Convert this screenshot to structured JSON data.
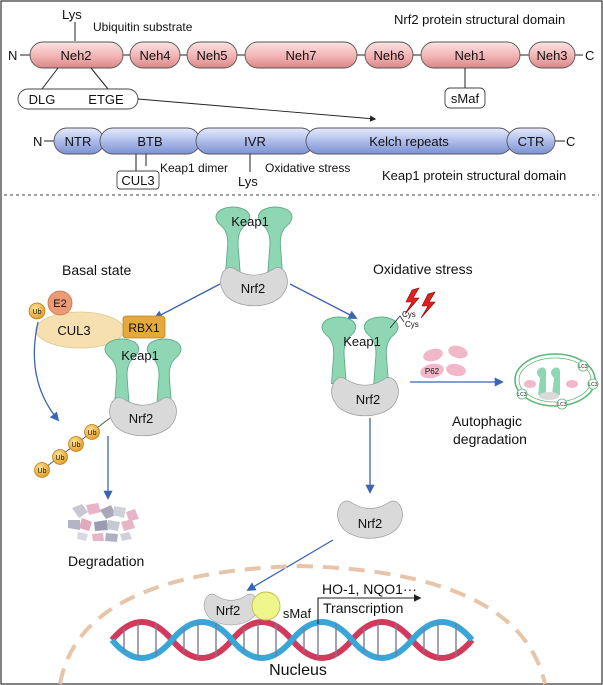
{
  "nrf2_domain": {
    "title": "Nrf2 protein structural domain",
    "n_term": "N",
    "c_term": "C",
    "segments": [
      "Neh2",
      "Neh4",
      "Neh5",
      "Neh7",
      "Neh6",
      "Neh1",
      "Neh3"
    ],
    "lys": "Lys",
    "ubiquitin_substrate": "Ubiquitin substrate",
    "dlg": "DLG",
    "etge": "ETGE",
    "smaf": "sMaf"
  },
  "keap1_domain": {
    "title": "Keap1 protein structural domain",
    "n_term": "N",
    "c_term": "C",
    "segments": [
      "NTR",
      "BTB",
      "IVR",
      "Kelch repeats",
      "CTR"
    ],
    "cul3": "CUL3",
    "keap1_dimer": "Keap1 dimer",
    "lys": "Lys",
    "oxidative_stress": "Oxidative stress"
  },
  "pathway": {
    "top_keap1": "Keap1",
    "top_nrf2": "Nrf2",
    "basal_state": "Basal state",
    "oxidative_stress": "Oxidative stress",
    "e2": "E2",
    "ub": "Ub",
    "cul3": "CUL3",
    "rbx1": "RBX1",
    "basal_keap1": "Keap1",
    "basal_nrf2": "Nrf2",
    "degradation": "Degradation",
    "cys": "Cys",
    "ox_keap1": "Keap1",
    "ox_nrf2": "Nrf2",
    "p62": "P62",
    "lc3": "LC3",
    "autophagic_line1": "Autophagic",
    "autophagic_line2": "degradation",
    "free_nrf2": "Nrf2",
    "nuc_nrf2": "Nrf2",
    "smaf": "sMaf",
    "genes": "HO-1, NQO1···",
    "transcription": "Transcription",
    "nucleus": "Nucleus"
  },
  "colors": {
    "nrf2_segment": "#f2b3b3",
    "keap1_segment": "#a9b8e8",
    "keap1_protein": "#8fd6b4",
    "nrf2_protein": "#d6d6d6",
    "arrow": "#3a64b4",
    "cul3": "#f6e0b0",
    "rbx1": "#e3a93c",
    "e2": "#eb9a74",
    "ub": "#f2b640",
    "p62": "#f2b8c9",
    "lc3_ring": "#5cb878",
    "smaf": "#eef58a",
    "nucleus_dash": "#e8c4a8",
    "dna_red": "#d23a5c",
    "dna_blue": "#3aa6d8"
  }
}
